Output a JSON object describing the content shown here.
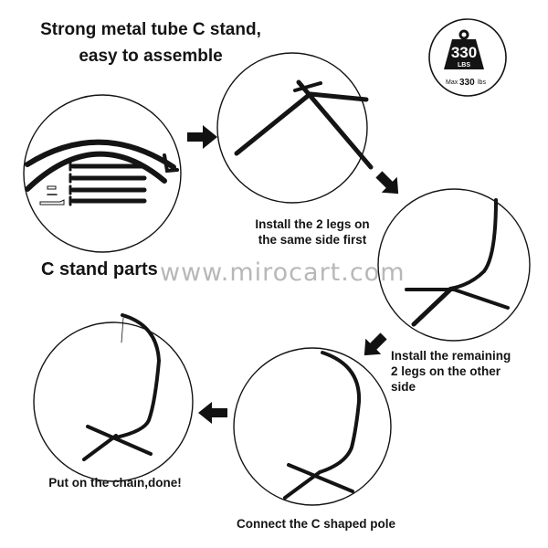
{
  "title": {
    "line1": "Strong metal tube C stand,",
    "line2": "easy to assemble"
  },
  "badge": {
    "value": "330",
    "unit": "LBS",
    "max_prefix": "Max",
    "max_value": "330",
    "max_unit": "lbs",
    "icon": "weight-icon"
  },
  "watermark": "www.mirocart.com",
  "steps": [
    {
      "id": 1,
      "caption": "C stand parts",
      "icon": "parts-icon"
    },
    {
      "id": 2,
      "caption_line1": "Install the 2 legs on",
      "caption_line2": "the same side first",
      "icon": "two-legs-icon"
    },
    {
      "id": 3,
      "caption_line1": "Install the remaining",
      "caption_line2": "2 legs on the other",
      "caption_line3": "side",
      "icon": "four-legs-icon"
    },
    {
      "id": 4,
      "caption": "Connect the C shaped pole",
      "icon": "c-pole-icon"
    },
    {
      "id": 5,
      "caption": "Put on the chain,done!",
      "icon": "finished-stand-icon"
    }
  ],
  "arrows": [
    {
      "from": 1,
      "to": 2,
      "direction": "right"
    },
    {
      "from": 2,
      "to": 3,
      "direction": "down-right"
    },
    {
      "from": 3,
      "to": 4,
      "direction": "down-left"
    },
    {
      "from": 4,
      "to": 5,
      "direction": "left"
    }
  ],
  "colors": {
    "ink": "#141414",
    "watermark": "#b8b8b8",
    "background": "#ffffff"
  }
}
